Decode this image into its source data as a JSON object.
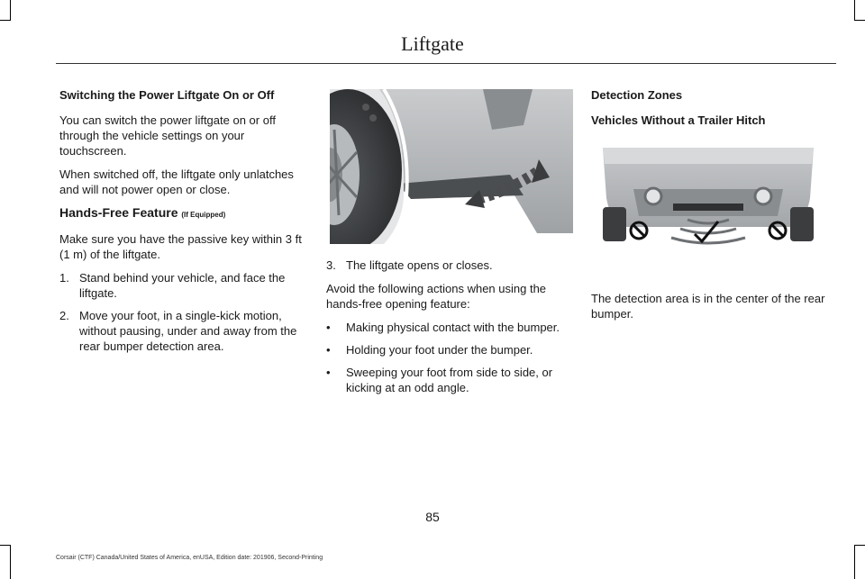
{
  "header": {
    "title": "Liftgate"
  },
  "col1": {
    "heading": "Switching the Power Liftgate On or Off",
    "para1": "You can switch the power liftgate on or off through the vehicle settings on your touchscreen.",
    "para2": "When switched off, the liftgate only unlatches and will not power open or close.",
    "feature_heading": "Hands-Free Feature",
    "feature_suffix": "(If Equipped)",
    "para3": "Make sure you have the passive key within 3 ft (1 m) of the liftgate.",
    "steps": [
      {
        "num": "1.",
        "text": "Stand behind your vehicle, and face the liftgate."
      },
      {
        "num": "2.",
        "text": "Move your foot, in a single-kick motion, without pausing, under and away from the rear bumper detection area."
      }
    ]
  },
  "col2": {
    "step3": {
      "num": "3.",
      "text": "The liftgate opens or closes."
    },
    "para": "Avoid the following actions when using the hands-free opening feature:",
    "bullets": [
      "Making physical contact with the bumper.",
      "Holding your foot under the bumper.",
      "Sweeping your foot from side to side, or kicking at an odd angle."
    ],
    "bullet_glyph": "•"
  },
  "col3": {
    "heading1": "Detection Zones",
    "heading2": "Vehicles Without a Trailer Hitch",
    "para": "The detection area is in the center of the rear bumper."
  },
  "footer": {
    "page_number": "85",
    "edition": "Corsair (CTF) Canada/United States of America, enUSA, Edition date: 201906, Second-Printing"
  }
}
